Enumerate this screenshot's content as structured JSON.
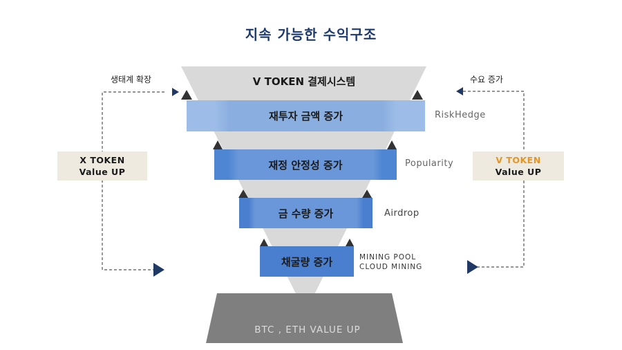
{
  "title": "지속 가능한 수익구조",
  "funnel": {
    "top_label": "V TOKEN 결제시스템",
    "levels": [
      {
        "label": "재투자 금액 증가",
        "side_label": "RiskHedge"
      },
      {
        "label": "재정 안정성 증가",
        "side_label": "Popularity"
      },
      {
        "label": "금 수량 증가",
        "side_label": "Airdrop"
      },
      {
        "label": "채굴량 증가",
        "side_label_lines": [
          "MINING POOL",
          "CLOUD MINING"
        ]
      }
    ],
    "base_label": "BTC , ETH  VALUE UP"
  },
  "left_loop": {
    "caption": "생태계 확장",
    "box_lines": [
      "X TOKEN",
      "Value UP"
    ]
  },
  "right_loop": {
    "caption": "수요 증가",
    "box_lines": [
      "V TOKEN",
      "Value UP"
    ]
  },
  "colors": {
    "title": "#1d3a6e",
    "funnel_gray": "#d9d9d9",
    "band_light": "#8eb4e3",
    "band_mid": "#5b8fd6",
    "band_dark": "#4a7fcf",
    "arrow": "#1f3864",
    "base": "#7f7f7f",
    "box_bg": "#eeeae0",
    "accent_orange": "#e69422"
  }
}
